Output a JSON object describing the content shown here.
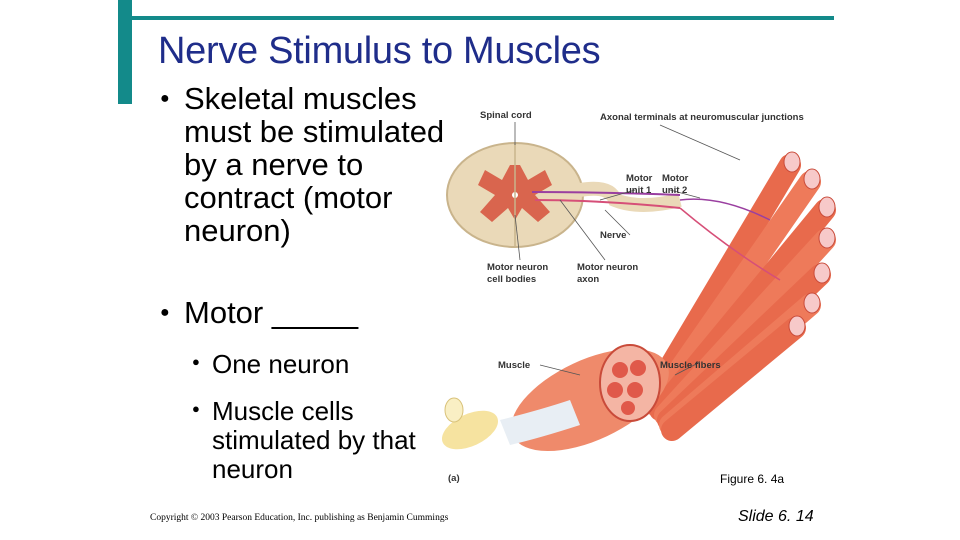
{
  "slide": {
    "title": "Nerve Stimulus to Muscles",
    "bullets": [
      {
        "text": "Skeletal muscles must be stimulated by a nerve to contract (motor neuron)"
      },
      {
        "text": "Motor _____",
        "sub": [
          "One neuron",
          "Muscle cells stimulated by that neuron"
        ]
      }
    ],
    "copyright": "Copyright © 2003 Pearson Education, Inc. publishing as Benjamin Cummings",
    "slide_number": "Slide 6. 14"
  },
  "figure": {
    "caption": "Figure 6. 4a",
    "panel": "(a)",
    "labels": {
      "spinal_cord": "Spinal cord",
      "axonal_terminals": "Axonal terminals at neuromuscular junctions",
      "motor_unit_1": "Motor unit 1",
      "motor_unit_2": "Motor unit 2",
      "nerve": "Nerve",
      "motor_neuron_cell_bodies": "Motor neuron cell bodies",
      "motor_neuron_axon": "Motor neuron axon",
      "muscle": "Muscle",
      "muscle_fibers": "Muscle fibers"
    }
  }
}
